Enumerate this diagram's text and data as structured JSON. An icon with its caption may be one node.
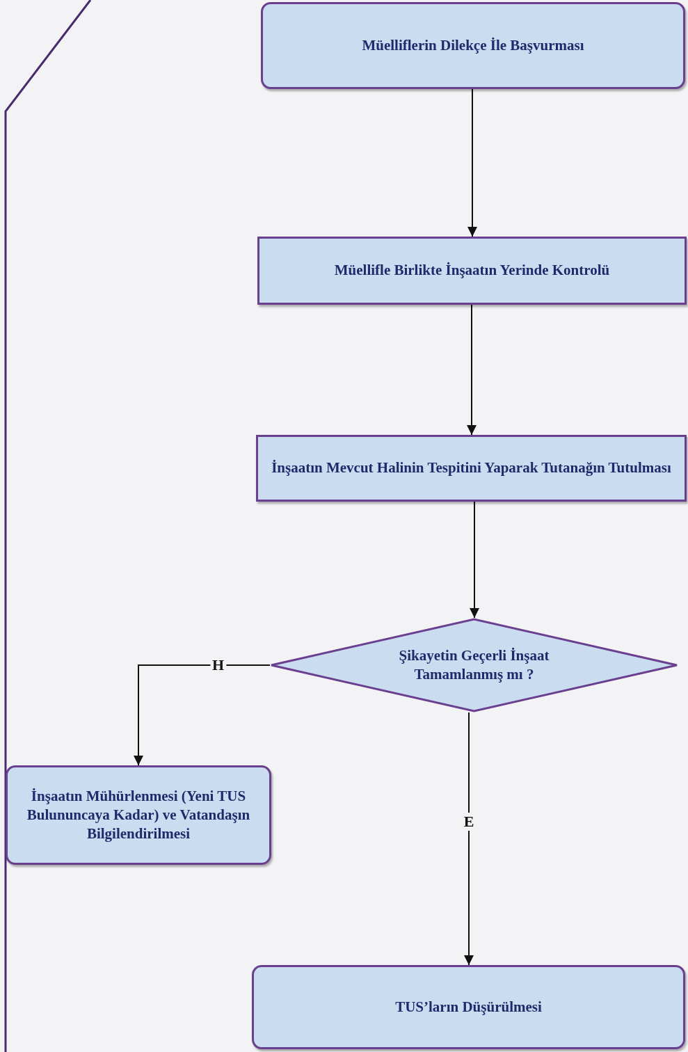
{
  "diagram": {
    "nodes": [
      {
        "text": [
          "Müelliflerin Dilekçe İle Başvurması"
        ]
      },
      {
        "text": [
          "Müellifle Birlikte İnşaatın Yerinde Kontrolü"
        ]
      },
      {
        "text": [
          "İnşaatın Mevcut Halinin Tespitini Yaparak Tutanağın Tutulması"
        ]
      },
      {
        "text": [
          "Şikayetin Geçerli İnşaat Tamamlanmış mı ?"
        ]
      },
      {
        "text": [
          "İnşaatın Mühürlenmesi (Yeni TUS Bulununcaya Kadar) ve Vatandaşın Bilgilendirilmesi"
        ]
      },
      {
        "text": [
          "TUS’ların Düşürülmesi"
        ]
      }
    ],
    "edges": [
      {
        "from": 0,
        "to": 1,
        "arrow": "to"
      },
      {
        "from": 1,
        "to": 2,
        "arrow": "to"
      },
      {
        "from": 2,
        "to": 3,
        "arrow": "to"
      },
      {
        "from": 3,
        "to": 4,
        "arrow": "to",
        "label": "H"
      },
      {
        "from": 3,
        "to": 5,
        "arrow": "to",
        "label": "E"
      }
    ]
  }
}
